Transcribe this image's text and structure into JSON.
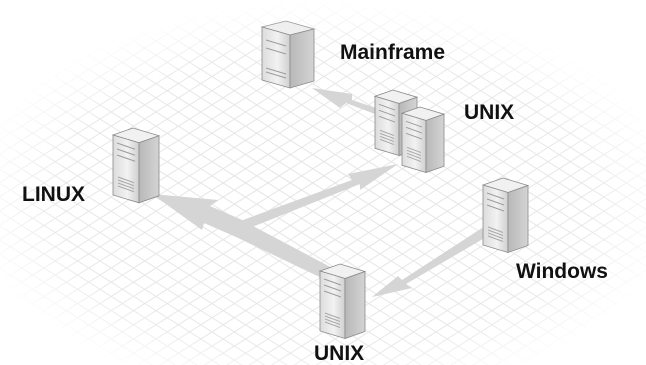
{
  "nodes": {
    "mainframe": {
      "label": "Mainframe"
    },
    "unix_top": {
      "label": "UNIX"
    },
    "linux": {
      "label": "LINUX"
    },
    "windows": {
      "label": "Windows"
    },
    "unix_bottom": {
      "label": "UNIX"
    }
  },
  "colors": {
    "arrow": "#d6d6d6",
    "grid": "#e3e3e3",
    "server_body": "#e9e9e9",
    "server_shade": "#bdbdbd",
    "server_outline": "#8a8a8a"
  },
  "icons": [
    "server-icon",
    "mainframe-icon",
    "arrow"
  ]
}
